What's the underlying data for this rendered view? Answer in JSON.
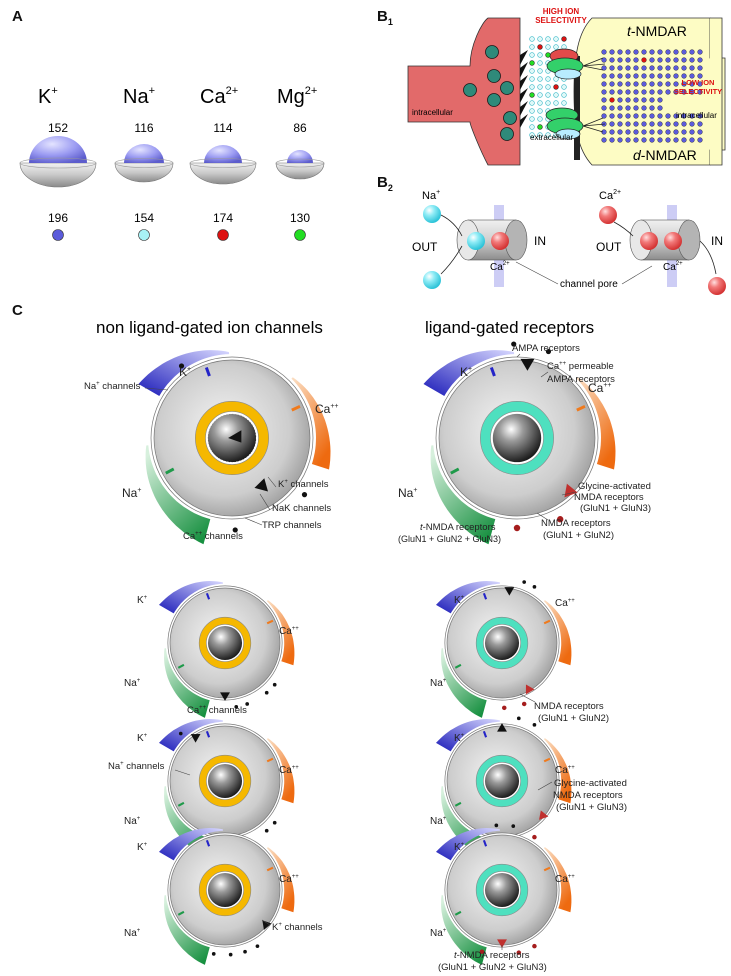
{
  "panels": {
    "a": {
      "letter": "A"
    },
    "b1": {
      "letter": "B",
      "sub": "1"
    },
    "b2": {
      "letter": "B",
      "sub": "2"
    },
    "c": {
      "letter": "C"
    }
  },
  "ions": [
    {
      "symbol": "K",
      "charge": "+",
      "top": "152",
      "bottom": "196",
      "color": "#5b5bdb"
    },
    {
      "symbol": "Na",
      "charge": "+",
      "top": "116",
      "bottom": "154",
      "color": "#a8f2f5"
    },
    {
      "symbol": "Ca",
      "charge": "2+",
      "top": "114",
      "bottom": "174",
      "color": "#dd1111"
    },
    {
      "symbol": "Mg",
      "charge": "2+",
      "top": "86",
      "bottom": "130",
      "color": "#22dd22"
    }
  ],
  "b1": {
    "high_sel_1": "HIGH ION",
    "high_sel_2": "SELECTIVITY",
    "low_sel_1": "LOW ION",
    "low_sel_2": "SELECTIVITY",
    "t_nmdar_italic": "t",
    "t_nmdar_rest": "-NMDAR",
    "d_nmdar_italic": "d",
    "d_nmdar_rest": "-NMDAR",
    "intracellular_left": "intracellular",
    "intracellular_right": "intracellular",
    "extracellular": "extracellular"
  },
  "b2": {
    "na_sym": "Na",
    "na_chg": "+",
    "ca_sym": "Ca",
    "ca_chg": "2+",
    "out_left": "OUT",
    "in_left": "IN",
    "out_right": "OUT",
    "in_right": "IN",
    "ca_in_left_sym": "Ca",
    "ca_in_left_chg": "2+",
    "ca_in_right_sym": "Ca",
    "ca_in_right_chg": "2+",
    "pore": "channel pore"
  },
  "c": {
    "left_title": "non ligand-gated ion channels",
    "right_title": "ligand-gated receptors",
    "arc_k_sym": "K",
    "arc_k_chg": "+",
    "arc_na_sym": "Na",
    "arc_na_chg": "+",
    "arc_ca_sym": "Ca",
    "arc_ca_chg": "++",
    "big_left": {
      "na_channels_sym": "Na",
      "na_channels_chg": "+",
      "na_channels_rest": " channels",
      "k_channels_sym": "K",
      "k_channels_chg": "+",
      "k_channels_rest": " channels",
      "nak": "NaK channels",
      "trp": "TRP channels",
      "ca_channels_sym": "Ca",
      "ca_channels_chg": "++",
      "ca_channels_rest": " channels"
    },
    "big_right": {
      "ampa": "AMPA receptors",
      "ca_perm_sym": "Ca",
      "ca_perm_chg": "++",
      "ca_perm_rest": " permeable",
      "ca_perm_2": "AMPA receptors",
      "gly_1": "Glycine-activated",
      "gly_2": "NMDA receptors",
      "gly_3": "(GluN1 + GluN3)",
      "nmda_1": "NMDA receptors",
      "nmda_2": "(GluN1 + GluN2)",
      "t_italic": "t",
      "t_rest": "-NMDA receptors",
      "t_2": "(GluN1 + GluN2 + GluN3)"
    },
    "small_left_1": {
      "ca_sym": "Ca",
      "ca_chg": "++",
      "ca_rest": " channels"
    },
    "small_left_2": {
      "na_sym": "Na",
      "na_chg": "+",
      "na_rest": " channels"
    },
    "small_left_3": {
      "k_sym": "K",
      "k_chg": "+",
      "k_rest": " channels"
    },
    "small_right_1": {
      "l1": "NMDA receptors",
      "l2": "(GluN1 + GluN2)"
    },
    "small_right_2": {
      "l1": "Glycine-activated",
      "l2": "NMDA receptors",
      "l3": "(GluN1 + GluN3)"
    },
    "small_right_3": {
      "italic": "t",
      "rest": "-NMDA receptors",
      "l2": "(GluN1 + GluN2 + GluN3)"
    }
  },
  "colors": {
    "k_blue": "#2424c8",
    "na_green": "#1f9a4a",
    "ca_orange": "#f07a1c",
    "yellow_ring": "#f5b800",
    "teal_ring": "#4ee0bf",
    "cell_red": "#e26a6a",
    "cell_yellow": "#fdfcc4"
  }
}
